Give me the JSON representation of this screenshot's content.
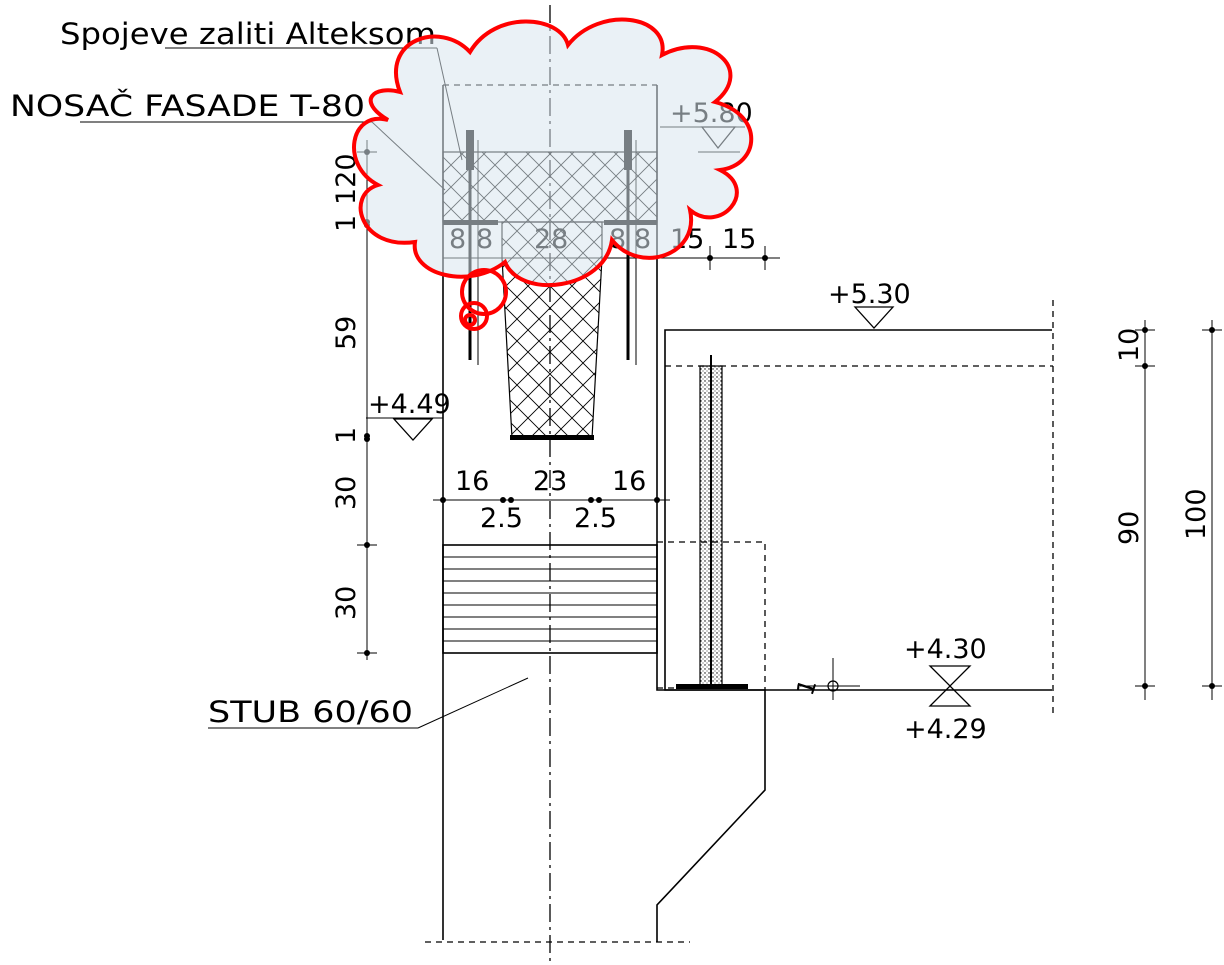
{
  "labels": {
    "note_sealing": "Spojeve zaliti Alteksom",
    "note_bracket": "NOSAČ FASADE T-80",
    "note_column": "STUB 60/60"
  },
  "levels": {
    "top": "+5.80",
    "beam": "+5.30",
    "left_mid": "+4.49",
    "floor_upper": "+4.30",
    "floor_lower": "+4.29"
  },
  "dimensions": {
    "left_vertical": [
      "120",
      "1",
      "59",
      "1",
      "30",
      "30"
    ],
    "top_horizontal": [
      "8",
      "8",
      "28",
      "8",
      "8",
      "15",
      "15"
    ],
    "mid_horizontal_upper": [
      "16",
      "23",
      "16"
    ],
    "mid_horizontal_lower": [
      "2.5",
      "2.5"
    ],
    "right_vertical": [
      "10",
      "90",
      "100"
    ],
    "floor_gap": "1"
  },
  "colors": {
    "markup": "#ff0000",
    "highlight": "#d8e6ee",
    "linework": "#000000"
  }
}
